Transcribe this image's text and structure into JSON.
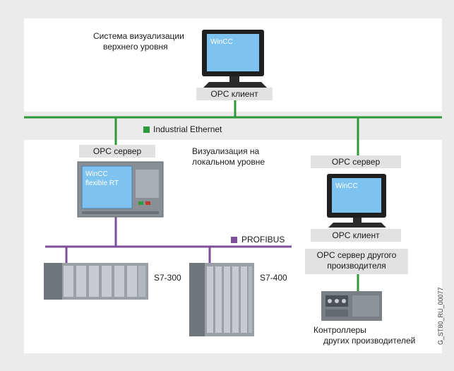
{
  "top_section": {
    "system_label_line1": "Система визуализации",
    "system_label_line2": "верхнего уровня",
    "monitor_text": "WinCC",
    "opc_client": "OPC клиент"
  },
  "network": {
    "ethernet_label": "Industrial Ethernet",
    "profibus_label": "PROFIBUS"
  },
  "bottom_section": {
    "local_label_line1": "Визуализация на",
    "local_label_line2": "локальном уровне",
    "panel_opc_server": "OPC сервер",
    "panel_screen_line1": "WinCC",
    "panel_screen_line2": "flexible RT",
    "right_opc_server": "OPC сервер",
    "right_monitor_text": "WinCC",
    "right_opc_client": "OPC клиент",
    "other_server_line1": "OPC сервер другого",
    "other_server_line2": "производителя",
    "plc1": "S7-300",
    "plc2": "S7-400",
    "controllers_line1": "Контроллеры",
    "controllers_line2": "других производителей"
  },
  "figure_code": "G_ST80_RU_00077",
  "colors": {
    "ethernet": "#2e9a3a",
    "profibus": "#7b4f9a",
    "screen": "#7ec3ef",
    "box": "#e2e2e2"
  }
}
